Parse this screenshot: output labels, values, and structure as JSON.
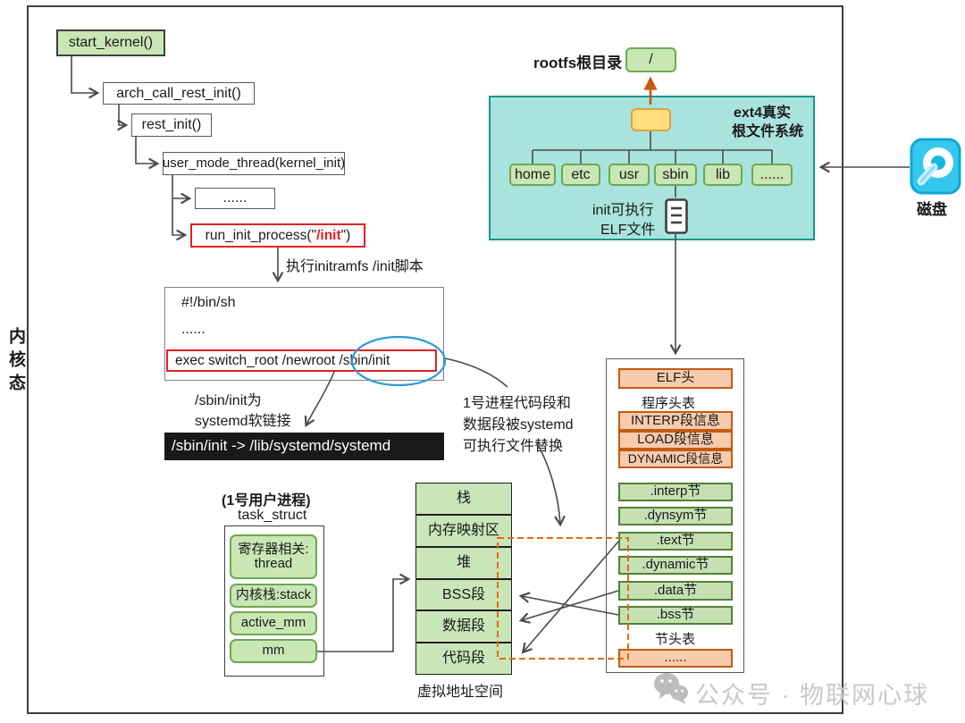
{
  "side_label": "内核态",
  "call_chain": {
    "start": "start_kernel()",
    "arch": "arch_call_rest_init()",
    "rest": "rest_init()",
    "user_mode": "user_mode_thread(kernel_init)",
    "ellipsis": "......",
    "run_prefix": "run_init_process(\"",
    "run_path": "/init",
    "run_suffix": "\")"
  },
  "labels": {
    "exec_script": "执行initramfs /init脚本",
    "symlink_line1": "/sbin/init为",
    "symlink_line2": "systemd软链接",
    "replace_line1": "1号进程代码段和",
    "replace_line2": "数据段被systemd",
    "replace_line3": "可执行文件替换"
  },
  "script_box": {
    "shebang": "#!/bin/sh",
    "ellipsis": "......",
    "exec_line": "exec switch_root /newroot /sbin/init"
  },
  "symlink_box": "/sbin/init -> /lib/systemd/systemd",
  "task_struct": {
    "title_paren": "(1号用户进程)",
    "title": "task_struct",
    "field1_line1": "寄存器相关:",
    "field1_line2": "thread",
    "field2": "内核栈:stack",
    "field3": "active_mm",
    "field4": "mm"
  },
  "vas": {
    "rows": [
      "栈",
      "内存映射区",
      "堆",
      "BSS段",
      "数据段",
      "代码段"
    ],
    "caption": "虚拟地址空间"
  },
  "rootfs": {
    "label": "rootfs根目录",
    "root": "/",
    "fs_title_line1": "ext4真实",
    "fs_title_line2": "根文件系统",
    "dirs": [
      "home",
      "etc",
      "usr",
      "sbin",
      "lib",
      "......"
    ],
    "init_note_line1": "init可执行",
    "init_note_line2": "ELF文件"
  },
  "disk": {
    "label": "磁盘"
  },
  "elf": {
    "header": "ELF头",
    "pht_label": "程序头表",
    "segments": [
      "INTERP段信息",
      "LOAD段信息",
      "DYNAMIC段信息"
    ],
    "sections": [
      ".interp节",
      ".dynsym节",
      ".text节",
      ".dynamic节",
      ".data节",
      ".bss节"
    ],
    "sht_label": "节头表",
    "ellipsis": "......"
  },
  "watermark": "公众号 · 物联网心球",
  "colors": {
    "accent_green": "#C9E6B5",
    "accent_teal": "#A9E3DD",
    "accent_orange": "#F8CBAD",
    "accent_red": "#E02125",
    "accent_blue": "#2E9BD8",
    "dashed_orange": "#E36C09",
    "disk_cyan": "#2EC6F0",
    "arrow_gray": "#4a4a4a"
  }
}
